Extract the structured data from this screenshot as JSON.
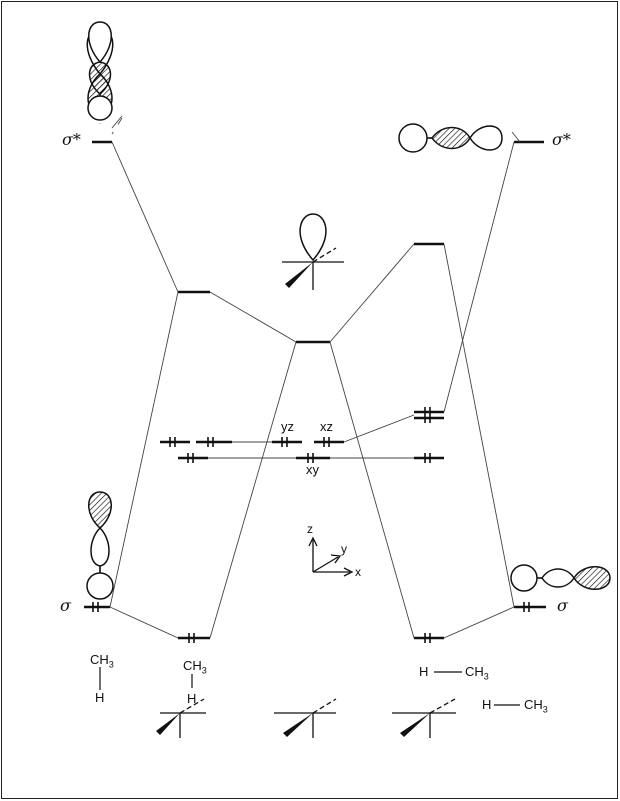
{
  "labels": {
    "sigma_star_left": "σ*",
    "sigma_star_right": "σ*",
    "sigma_left": "σ",
    "sigma_right": "σ",
    "yz": "yz",
    "xz": "xz",
    "xy": "xy",
    "axis_z": "z",
    "axis_y": "y",
    "axis_x": "x"
  },
  "fragments": {
    "left_ch": "CH",
    "left_sub": "3",
    "left_h": "H",
    "mid_ch": "CH",
    "mid_sub": "3",
    "mid_h": "H",
    "center_h": "H",
    "center_ch": "CH",
    "center_sub": "3",
    "right_h": "H",
    "right_ch": "CH",
    "right_sub": "3"
  }
}
